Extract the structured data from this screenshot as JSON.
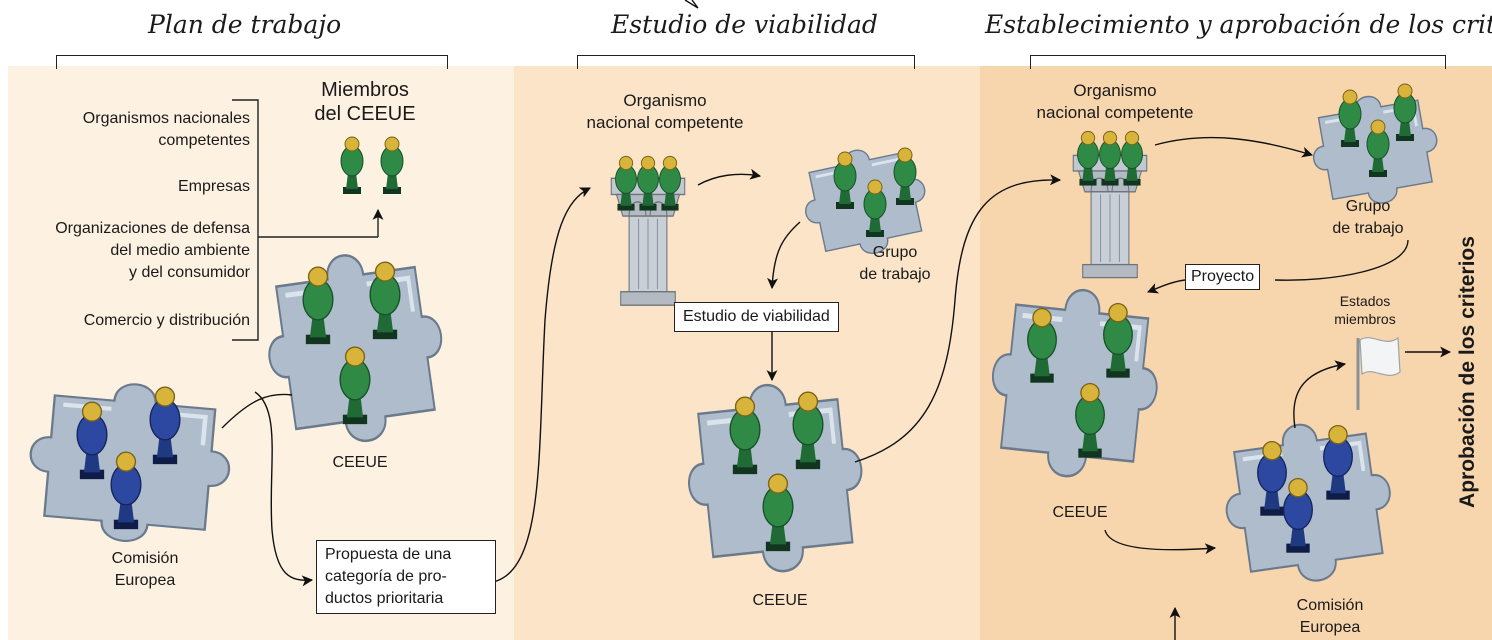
{
  "sections": [
    {
      "title": "Plan de trabajo"
    },
    {
      "title": "Estudio de viabilidad"
    },
    {
      "title": "Establecimiento y aprobación de los criterios"
    }
  ],
  "panel1": {
    "stakeholders": [
      "Organismos nacionales",
      "competentes",
      "Empresas",
      "Organizaciones de defensa",
      "del medio ambiente",
      "y del consumidor",
      "Comercio y distribución"
    ],
    "members": [
      "Miembros",
      "del CEEUE"
    ],
    "ceeue": "CEEUE",
    "commission": [
      "Comisión",
      "Europea"
    ],
    "proposal_box": [
      "Propuesta de una",
      "categoría de pro-",
      "ductos prioritaria"
    ]
  },
  "panel2": {
    "national_body": [
      "Organismo",
      "nacional competente"
    ],
    "working_group": [
      "Grupo",
      "de trabajo"
    ],
    "study_box": "Estudio de viabilidad",
    "ceeue": "CEEUE"
  },
  "panel3": {
    "national_body": [
      "Organismo",
      "nacional competente"
    ],
    "working_group": [
      "Grupo",
      "de trabajo"
    ],
    "project_box": "Proyecto",
    "member_states": [
      "Estados",
      "miembros"
    ],
    "ceeue": "CEEUE",
    "commission": [
      "Comisión",
      "Europea"
    ],
    "vertical_label": "Aprobación de los criterios"
  },
  "colors": {
    "panel1": "#fdf1e2",
    "panel2": "#fbe4c8",
    "panel3": "#f8d6ad",
    "puzzle": "#aebccb",
    "green_figure": "#2f8a45",
    "blue_figure": "#2c48a0",
    "head": "#d9b43a"
  }
}
